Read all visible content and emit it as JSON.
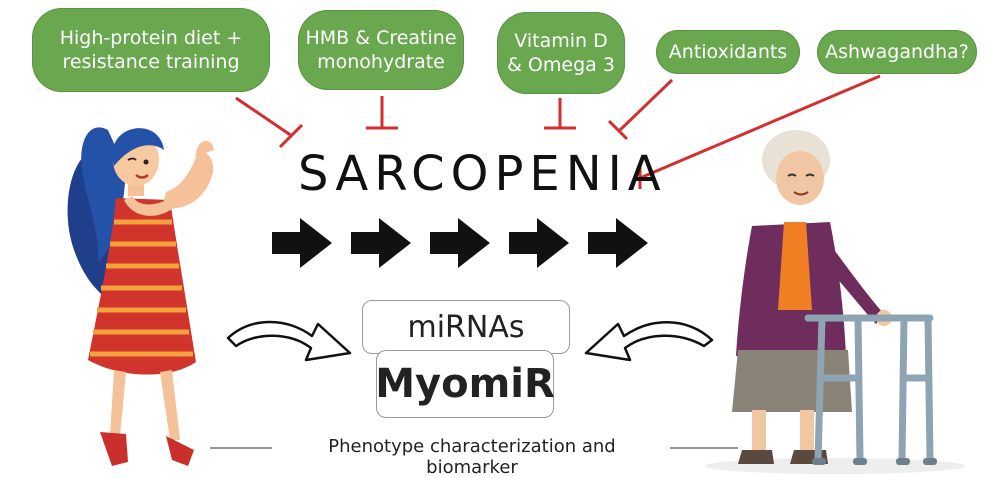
{
  "interventions": [
    {
      "id": "diet",
      "lines": [
        "High-protein diet +",
        "resistance training"
      ]
    },
    {
      "id": "hmb",
      "lines": [
        "HMB & Creatine",
        "monohydrate"
      ]
    },
    {
      "id": "vitd",
      "lines": [
        "Vitamin D",
        "& Omega 3"
      ]
    },
    {
      "id": "antiox",
      "lines": [
        "Antioxidants"
      ]
    },
    {
      "id": "ashwa",
      "lines": [
        "Ashwagandha?"
      ]
    }
  ],
  "title": "SARCOPENIA",
  "mirnas_label": "miRNAs",
  "myomir_label": "MyomiR",
  "caption": "Phenotype characterization and biomarker",
  "colors": {
    "pill": "#6aa84f",
    "inhibition": "#d32f2f",
    "arrow": "#111111"
  }
}
